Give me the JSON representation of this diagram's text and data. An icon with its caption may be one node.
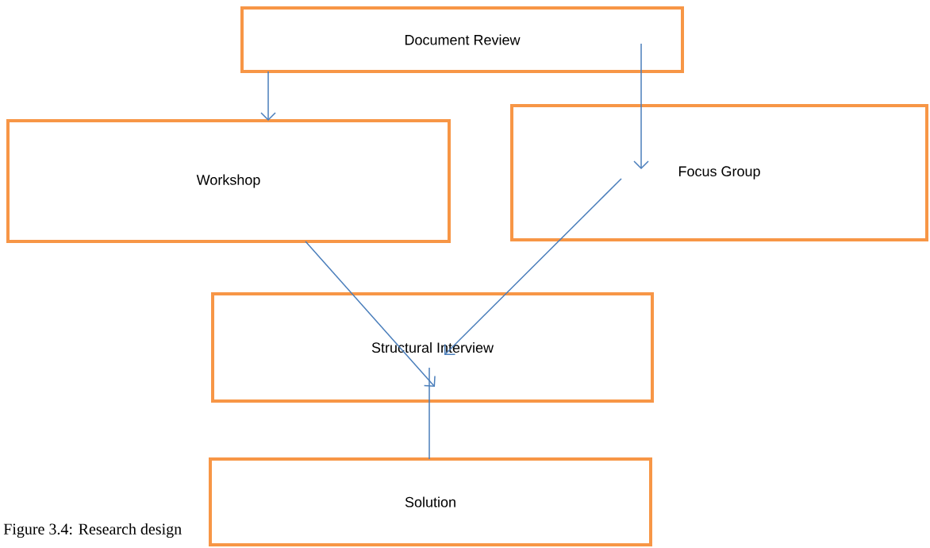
{
  "diagram": {
    "caption": "Figure 3.4: Research design",
    "nodes": [
      {
        "text": [
          "Document Review"
        ]
      },
      {
        "text": [
          "Workshop"
        ]
      },
      {
        "text": [
          "Focus Group"
        ]
      },
      {
        "text": [
          "Structural Interview"
        ]
      },
      {
        "text": [
          "Solution"
        ]
      }
    ],
    "edges": [
      {
        "from": 0,
        "to": 1,
        "arrow": "to"
      },
      {
        "from": 0,
        "to": 2,
        "arrow": "to"
      },
      {
        "from": 1,
        "to": 3,
        "arrow": "to"
      },
      {
        "from": 2,
        "to": 3,
        "arrow": "to"
      },
      {
        "from": 3,
        "to": 4,
        "arrow": "none"
      }
    ]
  }
}
